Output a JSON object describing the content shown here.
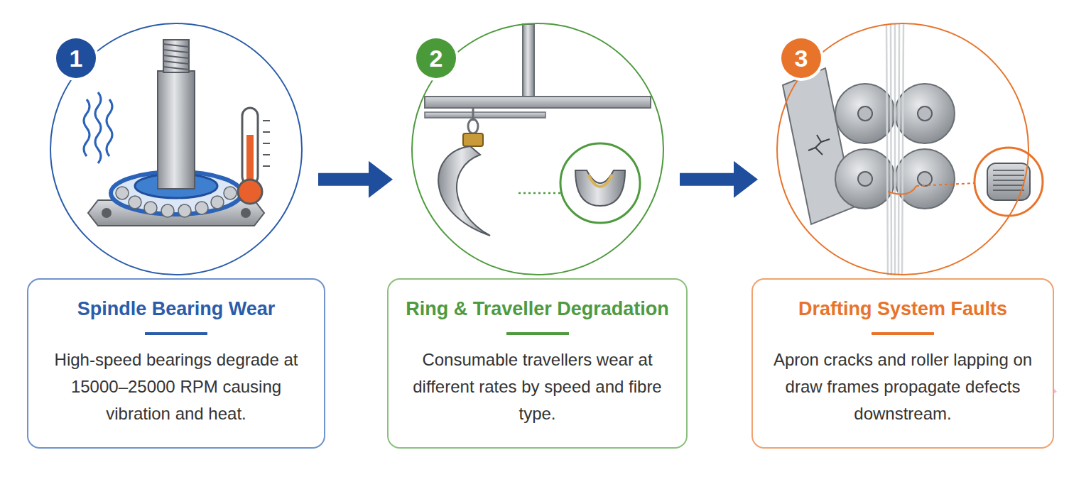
{
  "diagram": {
    "nodes": [
      {
        "text": [
          "1"
        ]
      },
      {
        "text": [
          "Spindle Bearing Wear",
          "High-speed bearings degrade at 15000–25000 RPM causing vibration and heat."
        ]
      },
      {
        "text": [
          "2"
        ]
      },
      {
        "text": [
          "Ring & Traveller Degradation",
          "Consumable travellers wear at different rates by speed and fibre type."
        ]
      },
      {
        "text": [
          "3"
        ]
      },
      {
        "text": [
          "Drafting System Faults",
          "Apron cracks and roller lapping on draw frames propagate defects downstream."
        ]
      }
    ],
    "edges": [
      {
        "from": 0,
        "to": 2,
        "arrow": "to"
      },
      {
        "from": 2,
        "to": 4,
        "arrow": "to"
      }
    ]
  }
}
